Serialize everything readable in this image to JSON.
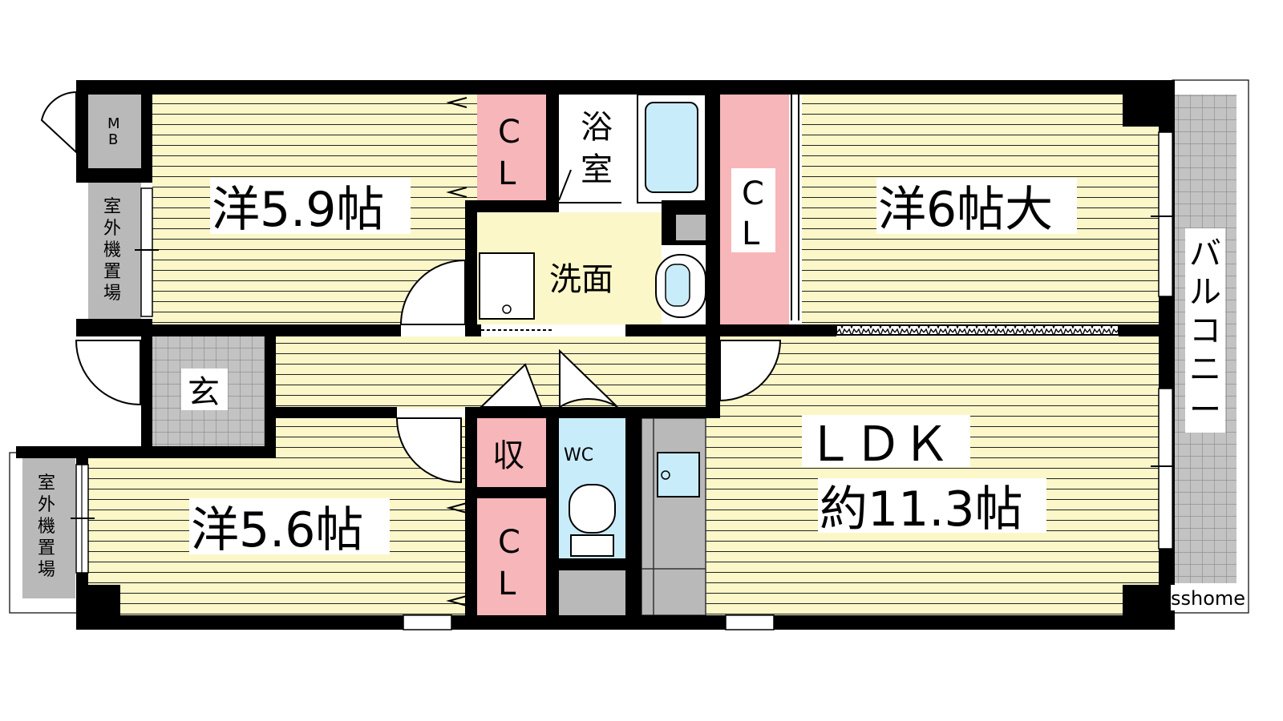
{
  "rooms": {
    "western_1": "洋5.9帖",
    "western_2": "洋6帖大",
    "western_3": "洋5.6帖",
    "ldk_line1": "ＬＤＫ",
    "ldk_line2": "約11.3帖",
    "bath": [
      "浴",
      "室"
    ],
    "washroom": "洗面",
    "wc": "WC",
    "entrance": "玄",
    "storage": "収",
    "closet_1": [
      "C",
      "L"
    ],
    "closet_2": [
      "C",
      "L"
    ],
    "closet_3": [
      "C",
      "L"
    ],
    "meter_box": [
      "M",
      "B"
    ],
    "outdoor_unit_1": [
      "室",
      "外",
      "機",
      "置",
      "場"
    ],
    "outdoor_unit_2": [
      "室",
      "外",
      "機",
      "置",
      "場"
    ],
    "balcony": [
      "バ",
      "ル",
      "コ",
      "ニ",
      "ー"
    ]
  },
  "watermark": "sshome",
  "colors": {
    "floor": "#fbf7c9",
    "closet": "#f7b6b9",
    "water": "#c9ecfa",
    "wall": "#000000",
    "grey": "#b9b9b9"
  }
}
